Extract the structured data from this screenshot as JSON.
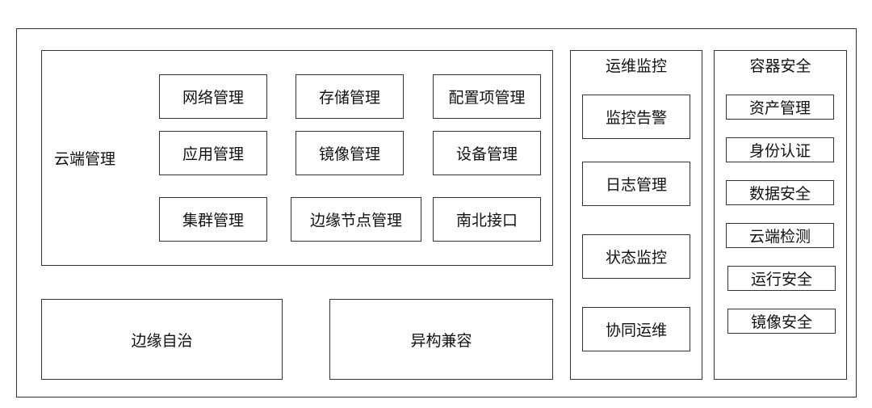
{
  "cloud": {
    "title": "云端管理",
    "rows": [
      [
        "网络管理",
        "存储管理",
        "配置项管理"
      ],
      [
        "应用管理",
        "镜像管理",
        "设备管理"
      ],
      [
        "集群管理",
        "边缘节点管理",
        "南北接口"
      ]
    ]
  },
  "edge_autonomy": "边缘自治",
  "heterogeneous": "异构兼容",
  "ops": {
    "title": "运维监控",
    "items": [
      "监控告警",
      "日志管理",
      "状态监控",
      "协同运维"
    ]
  },
  "security": {
    "title": "容器安全",
    "items": [
      "资产管理",
      "身份认证",
      "数据安全",
      "云端检测",
      "运行安全",
      "镜像安全"
    ]
  }
}
